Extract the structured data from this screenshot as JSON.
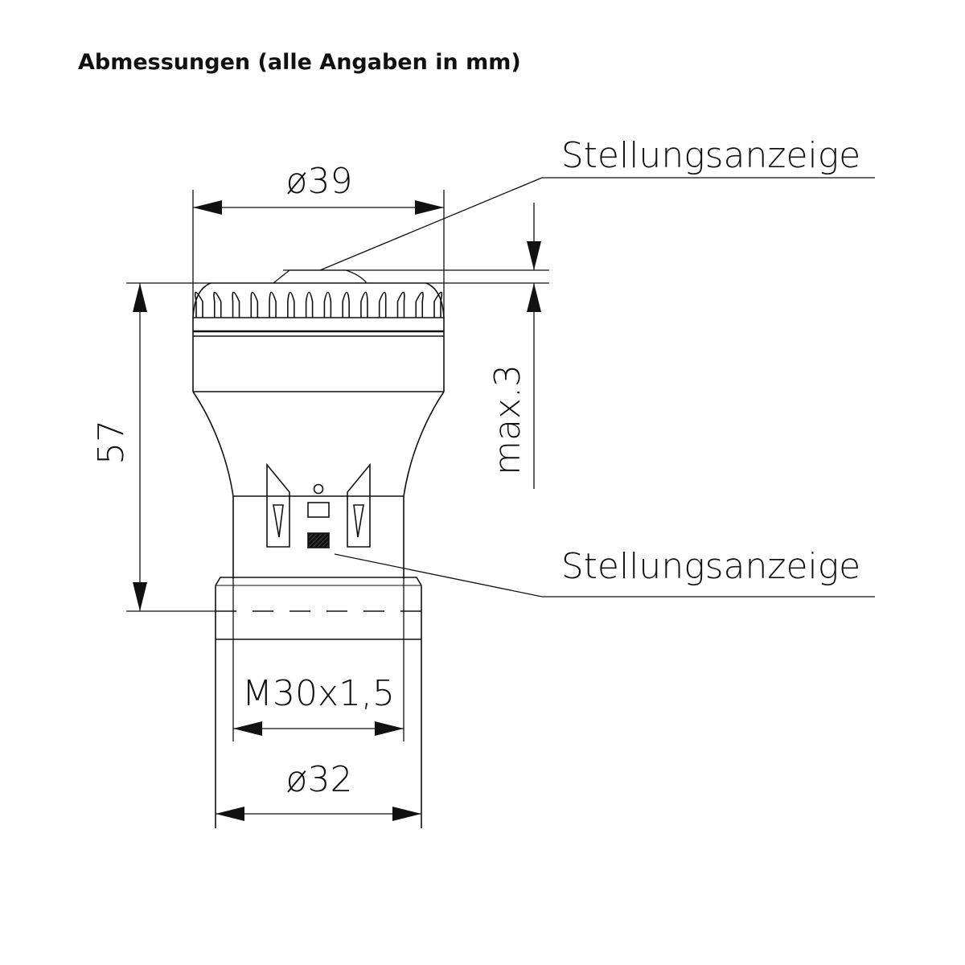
{
  "title": "Abmessungen (alle Angaben in mm)",
  "dimensions": {
    "diameter_top": "ø39",
    "height": "57",
    "max_protrusion": "max.3",
    "thread": "M30x1,5",
    "diameter_bottom": "ø32"
  },
  "callouts": {
    "indicator_top": "Stellungsanzeige",
    "indicator_bottom": "Stellungsanzeige"
  },
  "colors": {
    "line": "#111111",
    "background": "#ffffff"
  }
}
